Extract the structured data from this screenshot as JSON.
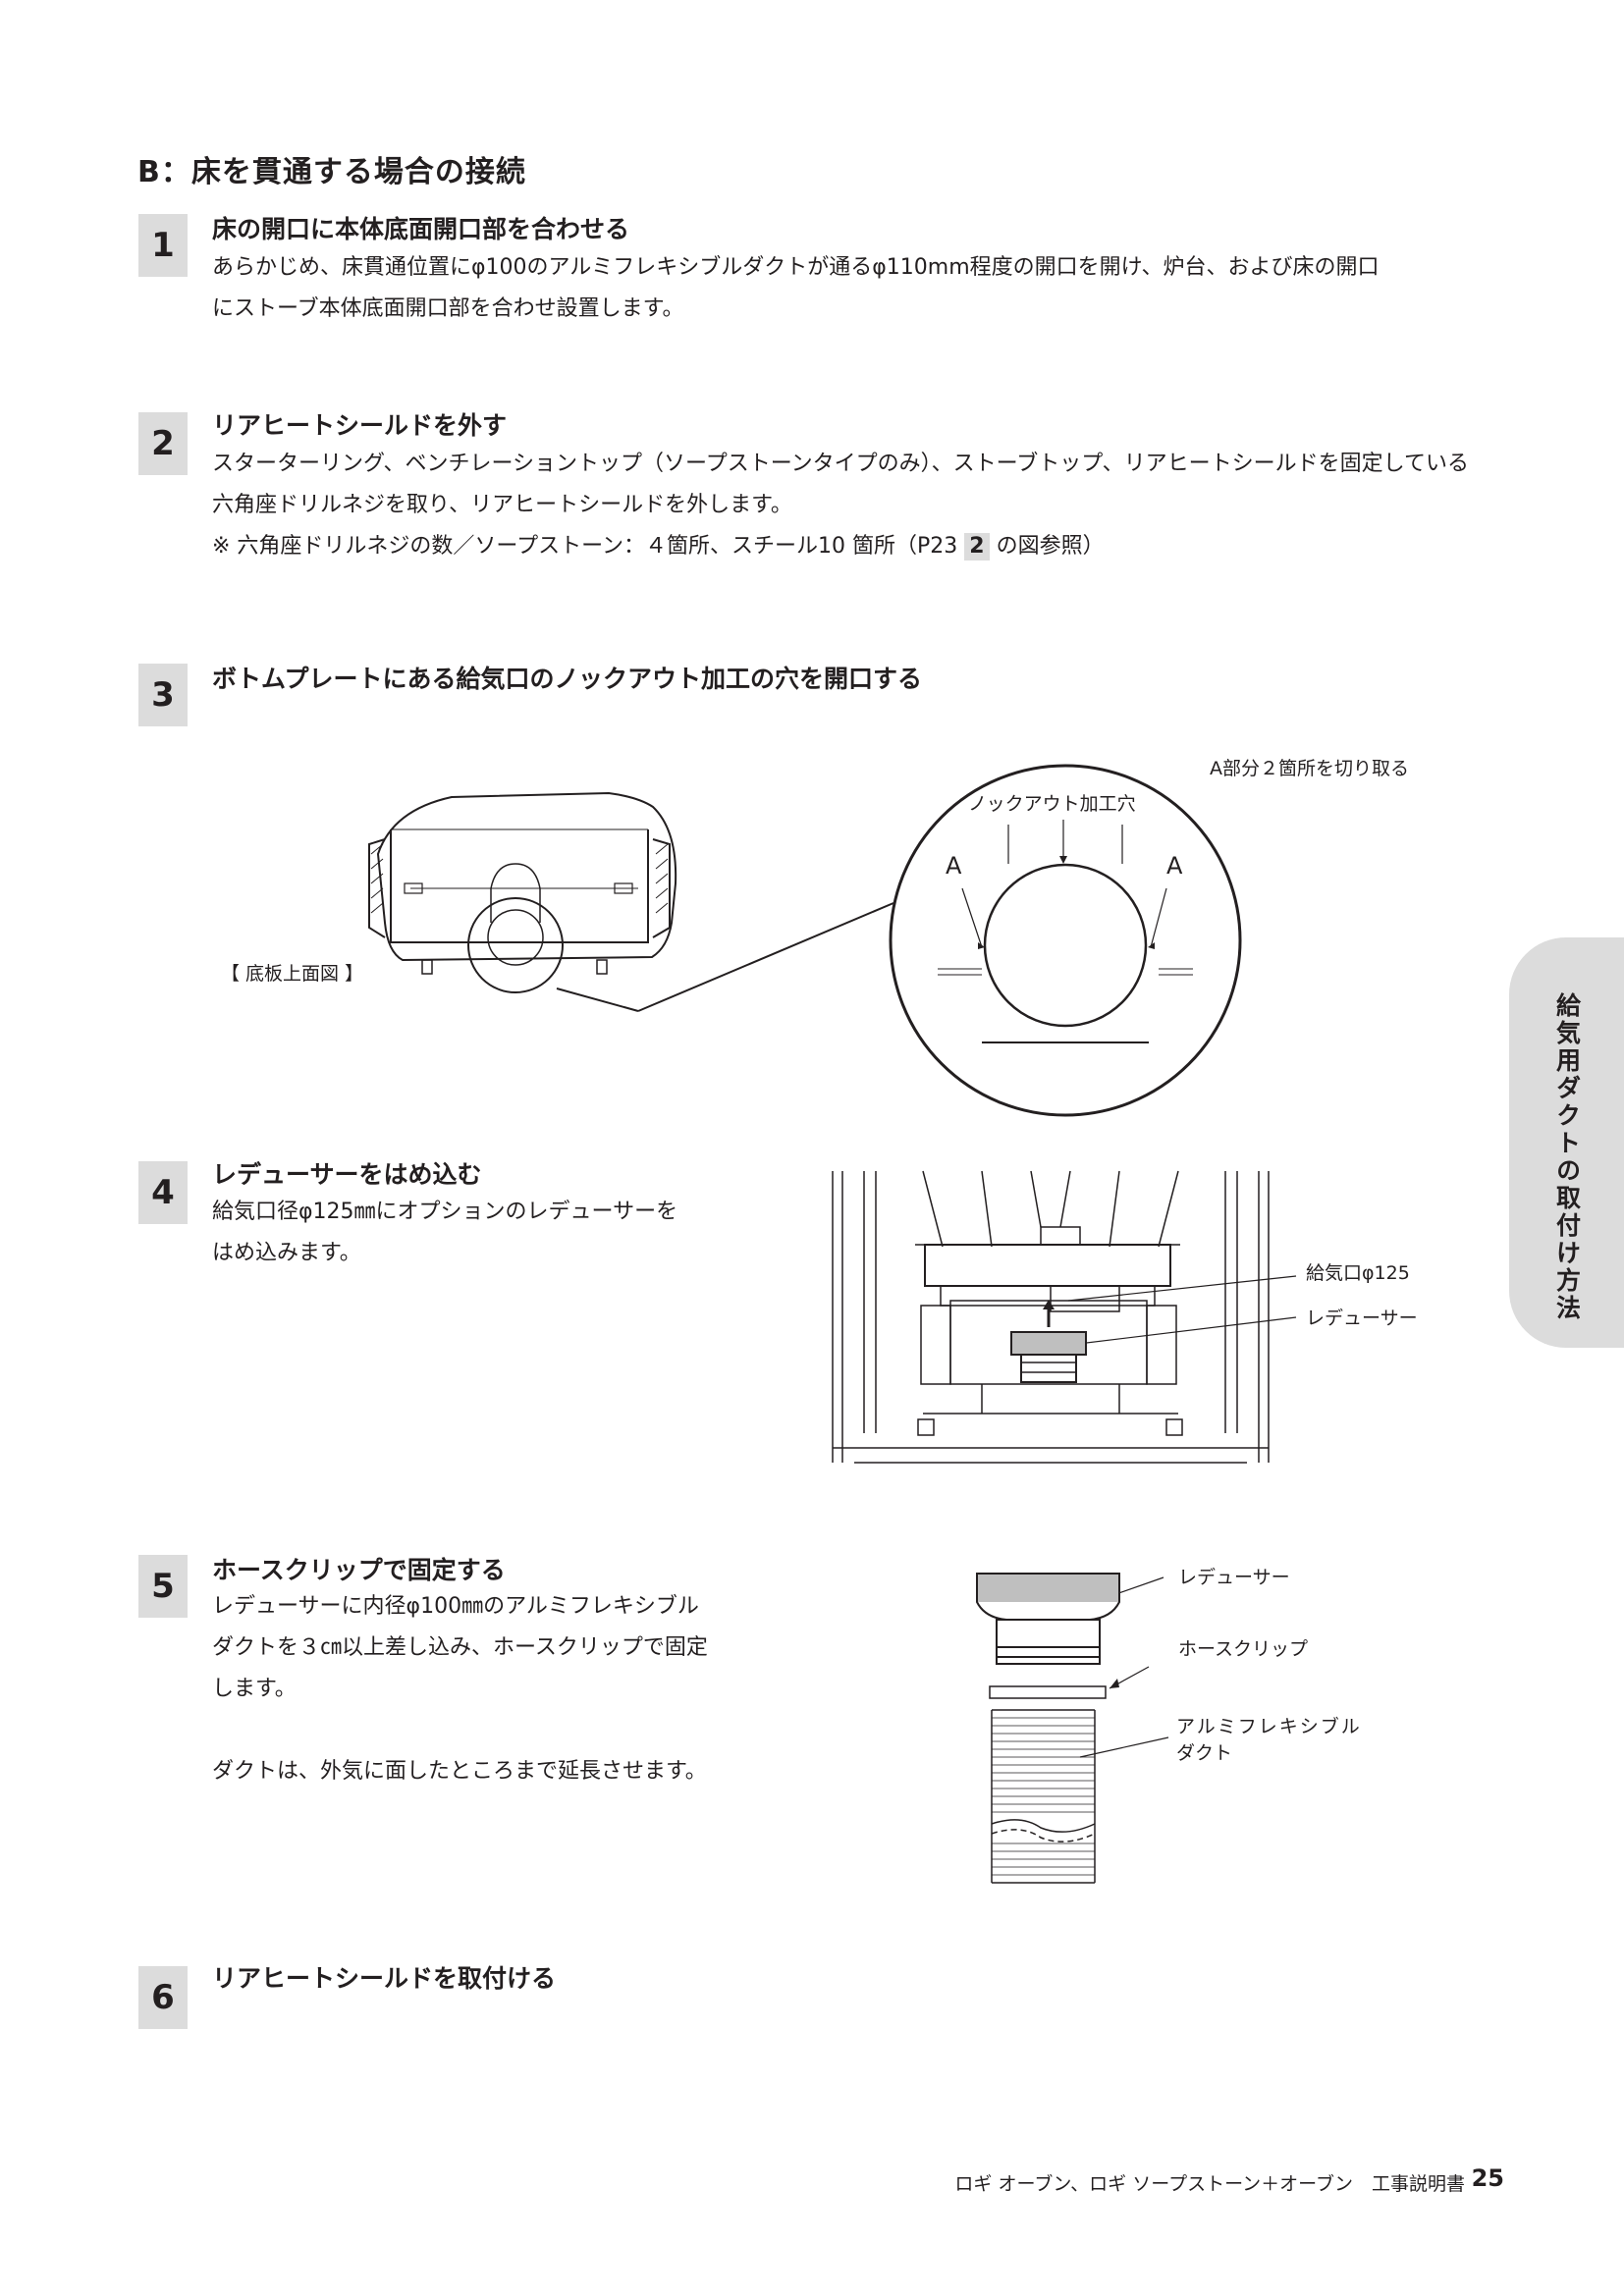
{
  "section": {
    "title": "B：床を貫通する場合の接続"
  },
  "steps": [
    {
      "num": "1",
      "title": "床の開口に本体底面開口部を合わせる",
      "lines": [
        "あらかじめ、床貫通位置にφ100のアルミフレキシブルダクトが通るφ110mm程度の開口を開け、炉台、および床の開口",
        "にストーブ本体底面開口部を合わせ設置します。"
      ]
    },
    {
      "num": "2",
      "title": "リアヒートシールドを外す",
      "lines": [
        "スターターリング、ベンチレーショントップ（ソープストーンタイプのみ）、ストーブトップ、リアヒートシールドを固定している",
        "六角座ドリルネジを取り、リアヒートシールドを外します。"
      ],
      "note_prefix": "※ 六角座ドリルネジの数／ソープストーン：４箇所、スチール10 箇所（P23 ",
      "note_badge": "2",
      "note_suffix": " の図参照）"
    },
    {
      "num": "3",
      "title": "ボトムプレートにある給気口のノックアウト加工の穴を開口する"
    },
    {
      "num": "4",
      "title": "レデューサーをはめ込む",
      "lines": [
        "給気口径φ125㎜にオプションのレデューサーを",
        "はめ込みます。"
      ]
    },
    {
      "num": "5",
      "title": "ホースクリップで固定する",
      "lines": [
        "レデューサーに内径φ100㎜のアルミフレキシブル",
        "ダクトを３㎝以上差し込み、ホースクリップで固定",
        "します。",
        "",
        "ダクトは、外気に面したところまで延長させます。"
      ]
    },
    {
      "num": "6",
      "title": "リアヒートシールドを取付ける"
    }
  ],
  "figure3": {
    "caption": "【 底板上面図 】",
    "cut_note": "A部分２箇所を切り取る",
    "knockout_label": "ノックアウト加工穴",
    "mark_a_left": "A",
    "mark_a_right": "A"
  },
  "figure4": {
    "label_inlet": "給気口φ125",
    "label_reducer": "レデューサー"
  },
  "figure5": {
    "label_reducer": "レデューサー",
    "label_clip": "ホースクリップ",
    "label_duct_1": "アルミフレキシブル",
    "label_duct_2": "ダクト"
  },
  "side_tab": {
    "text": "給気用ダクトの取付け方法"
  },
  "footer": {
    "title": "ロギ オーブン、ロギ ソープストーン＋オーブン　工事説明書",
    "page": "25"
  }
}
